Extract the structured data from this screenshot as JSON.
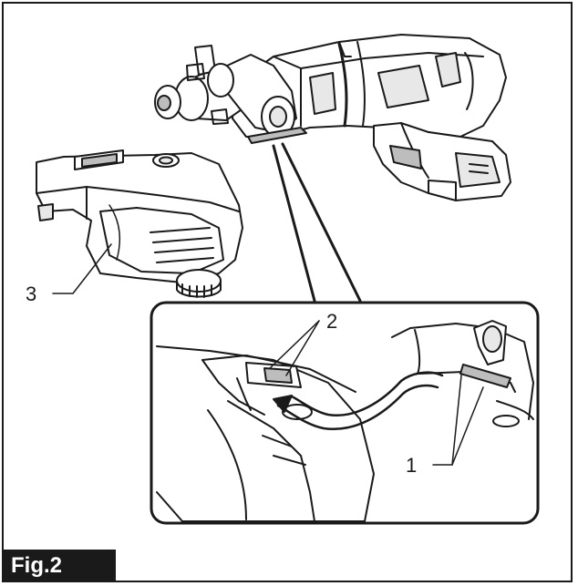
{
  "figure": {
    "label": "Fig.2",
    "callouts": [
      "1",
      "2",
      "3"
    ]
  },
  "colors": {
    "ink": "#1a1a1a",
    "shade": "#bdbdbd",
    "light": "#e8e8e8"
  }
}
